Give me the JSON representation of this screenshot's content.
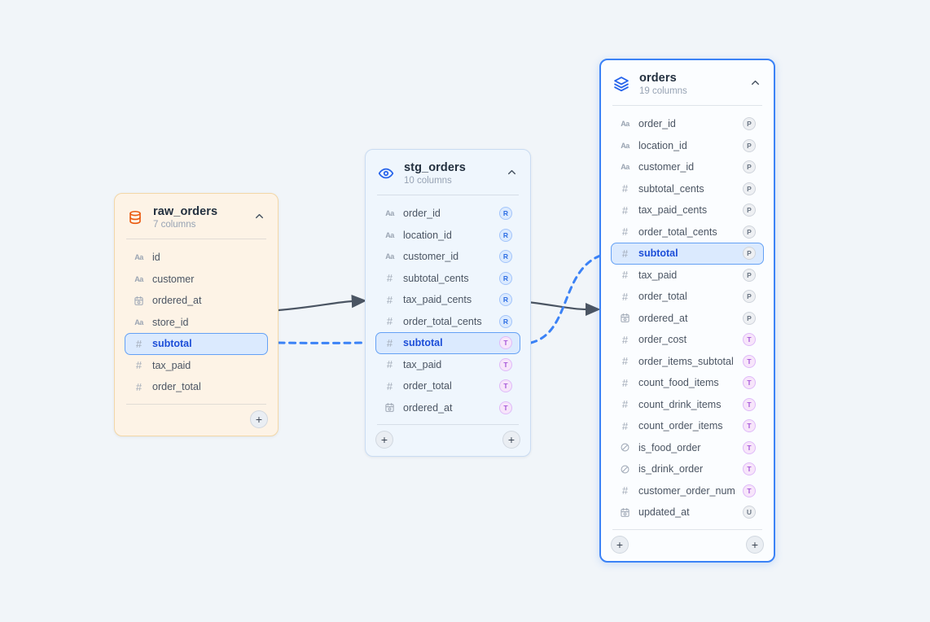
{
  "app": {
    "background": "#f1f5f9",
    "accent_blue": "#3b82f6",
    "accent_orange": "#ea580c"
  },
  "highlight": {
    "bg": "#dbeafe",
    "border": "#64a1f5",
    "text": "#1d4ed8"
  },
  "icon_glyphs": {
    "text_type": "Aa",
    "number_type": "#",
    "plus": "+"
  },
  "tables": [
    {
      "id": "raw_orders",
      "title": "raw_orders",
      "subtitle": "7 columns",
      "icon": "database-icon",
      "accent": "#ea580c",
      "theme": {
        "bg": "#fdf3e6",
        "border": "#f3d7a7"
      },
      "selected": false,
      "footer_add_left": false,
      "footer_add_right": true,
      "columns": [
        {
          "name": "id",
          "type": "text",
          "badge": null,
          "highlighted": false
        },
        {
          "name": "customer",
          "type": "text",
          "badge": null,
          "highlighted": false
        },
        {
          "name": "ordered_at",
          "type": "date",
          "badge": null,
          "highlighted": false
        },
        {
          "name": "store_id",
          "type": "text",
          "badge": null,
          "highlighted": false
        },
        {
          "name": "subtotal",
          "type": "number",
          "badge": null,
          "highlighted": true
        },
        {
          "name": "tax_paid",
          "type": "number",
          "badge": null,
          "highlighted": false
        },
        {
          "name": "order_total",
          "type": "number",
          "badge": null,
          "highlighted": false
        }
      ]
    },
    {
      "id": "stg_orders",
      "title": "stg_orders",
      "subtitle": "10 columns",
      "icon": "eye-icon",
      "accent": "#2563eb",
      "theme": {
        "bg": "#eff6fd",
        "border": "#cadcf2"
      },
      "selected": false,
      "footer_add_left": true,
      "footer_add_right": true,
      "columns": [
        {
          "name": "order_id",
          "type": "text",
          "badge": "R",
          "highlighted": false
        },
        {
          "name": "location_id",
          "type": "text",
          "badge": "R",
          "highlighted": false
        },
        {
          "name": "customer_id",
          "type": "text",
          "badge": "R",
          "highlighted": false
        },
        {
          "name": "subtotal_cents",
          "type": "number",
          "badge": "R",
          "highlighted": false
        },
        {
          "name": "tax_paid_cents",
          "type": "number",
          "badge": "R",
          "highlighted": false
        },
        {
          "name": "order_total_cents",
          "type": "number",
          "badge": "R",
          "highlighted": false
        },
        {
          "name": "subtotal",
          "type": "number",
          "badge": "T",
          "highlighted": true
        },
        {
          "name": "tax_paid",
          "type": "number",
          "badge": "T",
          "highlighted": false
        },
        {
          "name": "order_total",
          "type": "number",
          "badge": "T",
          "highlighted": false
        },
        {
          "name": "ordered_at",
          "type": "date",
          "badge": "T",
          "highlighted": false
        }
      ]
    },
    {
      "id": "orders",
      "title": "orders",
      "subtitle": "19 columns",
      "icon": "layers-icon",
      "accent": "#2563eb",
      "theme": {
        "bg": "#fbfdff",
        "border": "#3b82f6"
      },
      "selected": true,
      "footer_add_left": true,
      "footer_add_right": true,
      "columns": [
        {
          "name": "order_id",
          "type": "text",
          "badge": "P",
          "highlighted": false
        },
        {
          "name": "location_id",
          "type": "text",
          "badge": "P",
          "highlighted": false
        },
        {
          "name": "customer_id",
          "type": "text",
          "badge": "P",
          "highlighted": false
        },
        {
          "name": "subtotal_cents",
          "type": "number",
          "badge": "P",
          "highlighted": false
        },
        {
          "name": "tax_paid_cents",
          "type": "number",
          "badge": "P",
          "highlighted": false
        },
        {
          "name": "order_total_cents",
          "type": "number",
          "badge": "P",
          "highlighted": false
        },
        {
          "name": "subtotal",
          "type": "number",
          "badge": "P",
          "highlighted": true
        },
        {
          "name": "tax_paid",
          "type": "number",
          "badge": "P",
          "highlighted": false
        },
        {
          "name": "order_total",
          "type": "number",
          "badge": "P",
          "highlighted": false
        },
        {
          "name": "ordered_at",
          "type": "date",
          "badge": "P",
          "highlighted": false
        },
        {
          "name": "order_cost",
          "type": "number",
          "badge": "T",
          "highlighted": false
        },
        {
          "name": "order_items_subtotal",
          "type": "number",
          "badge": "T",
          "highlighted": false
        },
        {
          "name": "count_food_items",
          "type": "number",
          "badge": "T",
          "highlighted": false
        },
        {
          "name": "count_drink_items",
          "type": "number",
          "badge": "T",
          "highlighted": false
        },
        {
          "name": "count_order_items",
          "type": "number",
          "badge": "T",
          "highlighted": false
        },
        {
          "name": "is_food_order",
          "type": "boolean",
          "badge": "T",
          "highlighted": false
        },
        {
          "name": "is_drink_order",
          "type": "boolean",
          "badge": "T",
          "highlighted": false
        },
        {
          "name": "customer_order_number",
          "type": "number",
          "badge": "T",
          "highlighted": false
        },
        {
          "name": "updated_at",
          "type": "date",
          "badge": "U",
          "highlighted": false
        }
      ]
    }
  ],
  "edges": [
    {
      "from": "raw_orders",
      "to": "stg_orders",
      "kind": "model-link",
      "style": "solid",
      "color": "#4b5563"
    },
    {
      "from": "stg_orders",
      "to": "orders",
      "kind": "model-link",
      "style": "solid",
      "color": "#4b5563"
    },
    {
      "from": "raw_orders.subtotal",
      "to": "stg_orders.subtotal",
      "kind": "column-lineage",
      "style": "dashed",
      "color": "#3b82f6"
    },
    {
      "from": "stg_orders.subtotal",
      "to": "orders.subtotal",
      "kind": "column-lineage",
      "style": "dashed",
      "color": "#3b82f6"
    }
  ]
}
